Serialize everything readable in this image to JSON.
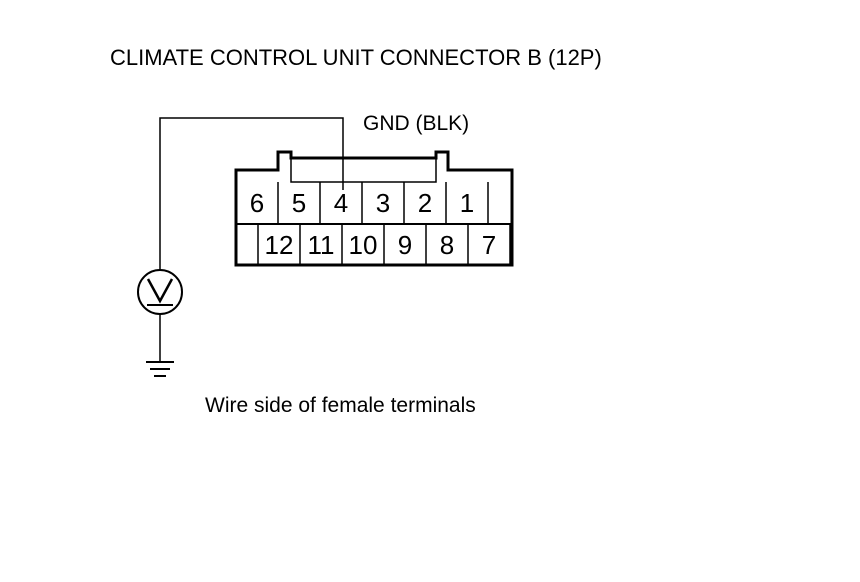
{
  "diagram": {
    "title": "CLIMATE CONTROL UNIT CONNECTOR B (12P)",
    "wire_label": "GND (BLK)",
    "caption": "Wire side of female terminals",
    "voltmeter_symbol": "V",
    "colors": {
      "line": "#000000",
      "background": "#ffffff"
    },
    "connector": {
      "top_row": [
        "6",
        "5",
        "4",
        "3",
        "2",
        "1"
      ],
      "bottom_row": [
        "12",
        "11",
        "10",
        "9",
        "8",
        "7"
      ]
    },
    "icons": [
      "voltmeter-icon",
      "ground-icon"
    ]
  }
}
